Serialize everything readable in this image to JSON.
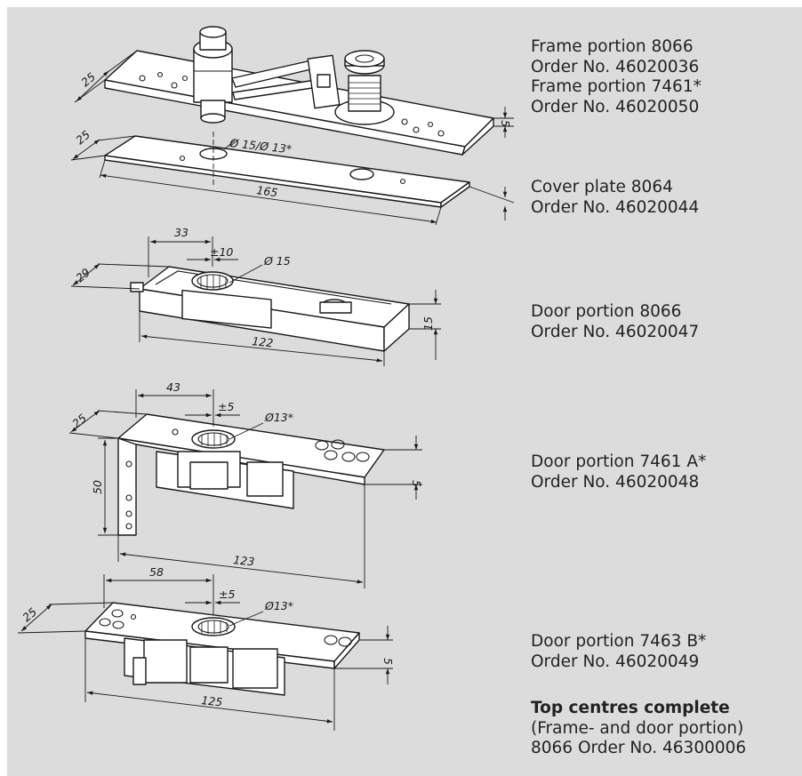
{
  "captions": {
    "frame": [
      "Frame portion 8066",
      "Order No. 46020036",
      "Frame portion 7461*",
      "Order No. 46020050"
    ],
    "cover": [
      "Cover plate 8064",
      "Order No. 46020044"
    ],
    "door_8066": [
      "Door portion 8066",
      "Order No. 46020047"
    ],
    "door_7461": [
      "Door portion 7461 A*",
      "Order No. 46020048"
    ],
    "door_7463": [
      "Door portion 7463 B*",
      "Order No. 46020049"
    ],
    "complete": {
      "title": "Top centres complete",
      "line1": "(Frame- and door portion)",
      "line2": "8066  Order No. 46300006"
    }
  },
  "dimensions": {
    "frame_width": "25",
    "frame_thickness": "5",
    "cover_width": "25",
    "cover_length": "165",
    "cover_holes": "Ø 15/Ø 13*",
    "door8066_offset": "33",
    "door8066_adjust": "±10",
    "door8066_bore": "Ø 15",
    "door8066_width": "29",
    "door8066_height": "15",
    "door8066_length": "122",
    "door7461_offset": "43",
    "door7461_adjust": "±5",
    "door7461_bore": "Ø13*",
    "door7461_width": "25",
    "door7461_leg": "50",
    "door7461_thickness": "5",
    "door7461_length": "123",
    "door7463_offset": "58",
    "door7463_adjust": "±5",
    "door7463_bore": "Ø13*",
    "door7463_width": "25",
    "door7463_thickness": "5",
    "door7463_length": "125"
  }
}
